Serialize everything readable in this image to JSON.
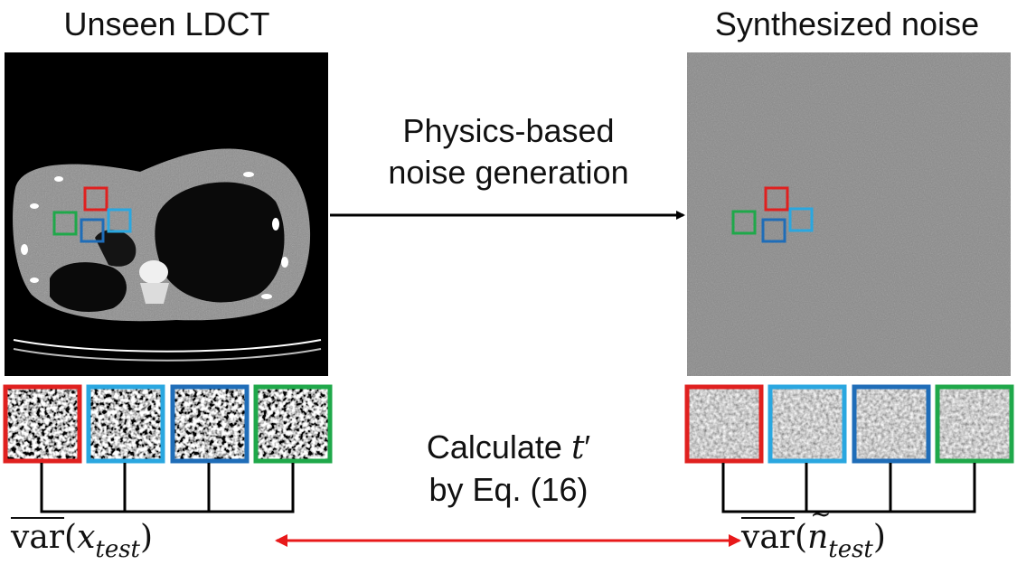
{
  "titles": {
    "left": "Unseen LDCT",
    "right": "Synthesized noise"
  },
  "arrow_label": {
    "line1": "Physics-based",
    "line2": "noise generation"
  },
  "calc_label": {
    "line1_prefix": "Calculate ",
    "t_symbol": "t",
    "prime": "′",
    "line2": "by Eq. (16)"
  },
  "math": {
    "left": {
      "var": "var",
      "open": "(",
      "symbol": "x",
      "subscript": "test",
      "close": ")"
    },
    "right": {
      "var": "var",
      "open": "(",
      "symbol": "n",
      "subscript": "test",
      "close": ")"
    }
  },
  "colors": {
    "red": "#e0201f",
    "cyan": "#2aa7e0",
    "blue": "#1f6db8",
    "green": "#1fa84a",
    "arrow_red": "#e8191a",
    "arrow_black": "#000000"
  },
  "patch_order_left": [
    "red",
    "cyan",
    "blue",
    "green"
  ],
  "patch_order_right": [
    "red",
    "cyan",
    "blue",
    "green"
  ]
}
